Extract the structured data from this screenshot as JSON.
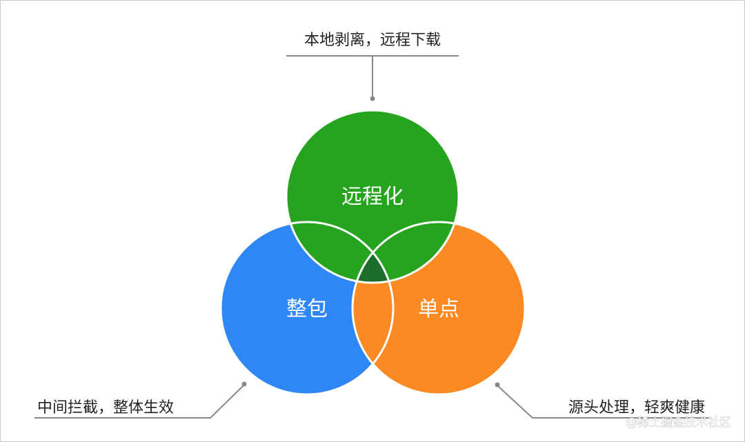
{
  "diagram": {
    "circles": [
      {
        "id": "remote",
        "label": "远程化",
        "color": "#27a41f"
      },
      {
        "id": "bundle",
        "label": "整包",
        "color": "#2f87f5"
      },
      {
        "id": "single",
        "label": "单点",
        "color": "#fb8a25"
      }
    ],
    "overlap_color": "#1d6e2a",
    "callouts": {
      "top": "本地剥离，远程下载",
      "left": "中间拦截，整体生效",
      "right": "源头处理，轻爽健康"
    },
    "line_color": "#888888"
  },
  "watermark": "@稀土掘金技术社区"
}
